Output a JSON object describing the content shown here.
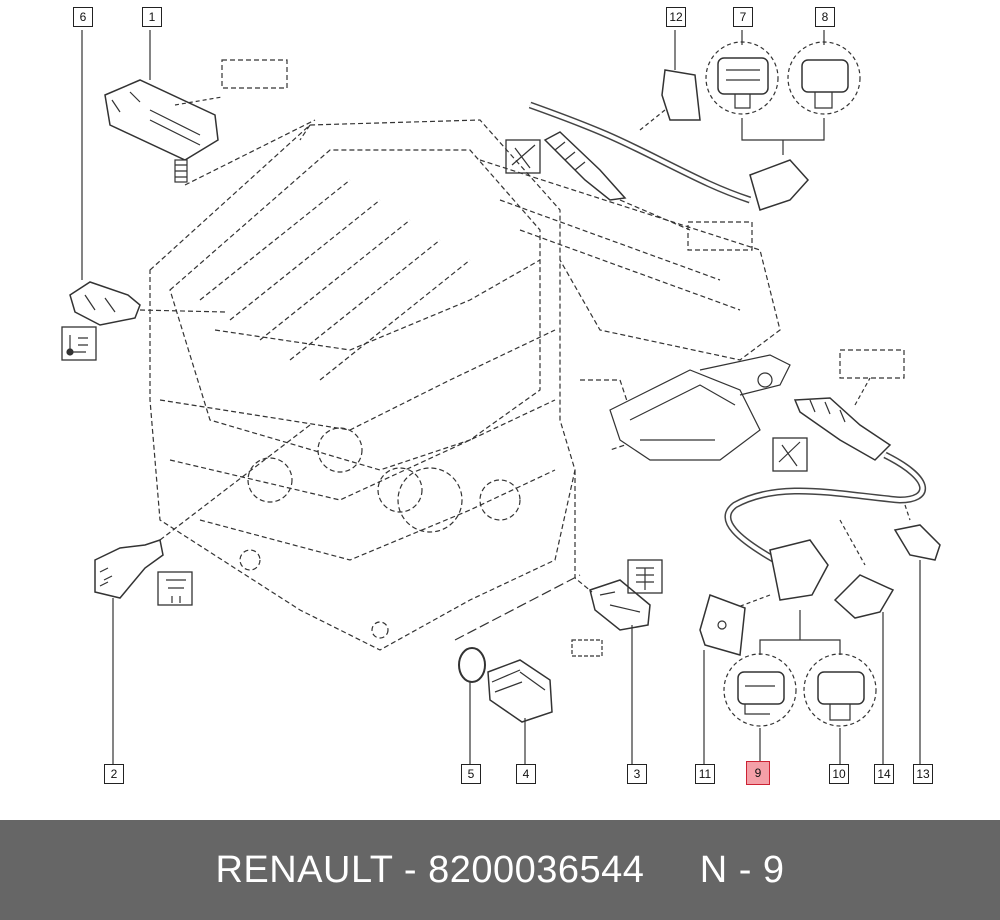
{
  "diagram": {
    "callouts": [
      {
        "id": "c1",
        "label": "1"
      },
      {
        "id": "c2",
        "label": "2"
      },
      {
        "id": "c3",
        "label": "3"
      },
      {
        "id": "c4",
        "label": "4"
      },
      {
        "id": "c5",
        "label": "5"
      },
      {
        "id": "c6",
        "label": "6"
      },
      {
        "id": "c7",
        "label": "7"
      },
      {
        "id": "c8",
        "label": "8"
      },
      {
        "id": "c9",
        "label": "9",
        "highlighted": true
      },
      {
        "id": "c10",
        "label": "10"
      },
      {
        "id": "c11",
        "label": "11"
      },
      {
        "id": "c12",
        "label": "12"
      },
      {
        "id": "c13",
        "label": "13"
      },
      {
        "id": "c14",
        "label": "14"
      }
    ],
    "highlight_color": "#f4a0a8"
  },
  "footer": {
    "text": "RENAULT - 8200036544     N - 9",
    "background": "#666666",
    "text_color": "#ffffff"
  }
}
